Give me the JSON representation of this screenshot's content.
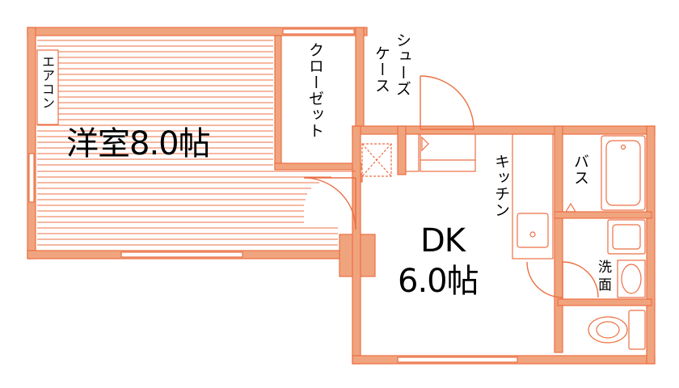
{
  "colors": {
    "wall": "#f0a47e",
    "line": "#ec6f43",
    "bg": "#ffffff",
    "text": "#000000"
  },
  "labels": {
    "western_room": "洋室8.0帖",
    "aircon": "エアコン",
    "closet": "クローゼット",
    "shoe_case_line1": "シューズ",
    "shoe_case_line2": "ケース",
    "kitchen": "キッチン",
    "bath": "バス",
    "dk_line1": "DK",
    "dk_line2": "6.0帖",
    "washbasin_line1": "洗",
    "washbasin_line2": "面"
  },
  "icons": [
    "bathtub-icon",
    "sink-icon",
    "washbasin-icon",
    "toilet-icon",
    "door-swing-icon",
    "window-icon",
    "ps-shaft-icon"
  ]
}
